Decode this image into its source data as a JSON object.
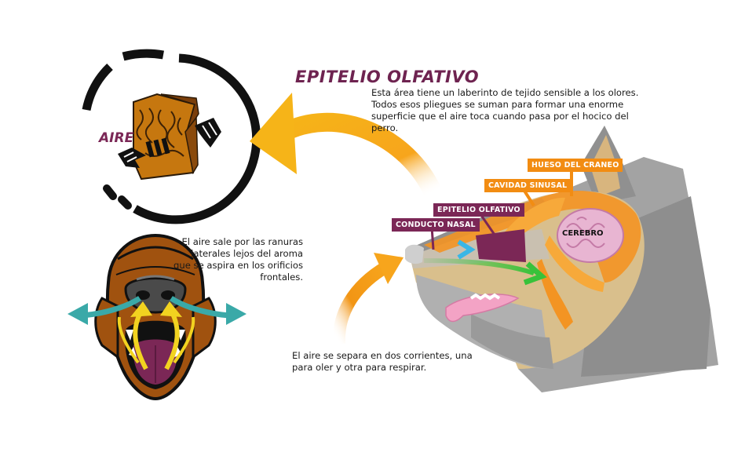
{
  "title": "EPITELIO OLFATIVO",
  "epitelio_description": "Esta área tiene un laberinto de tejido sensible a los olores. Todos esos pliegues se suman para formar una enorme superficie que el aire toca cuando pasa por el hocico del perro.",
  "exhale_description": "El aire sale por las ranuras laterales lejos del aroma que se aspira en los orificios frontales.",
  "split_description": "El aire se separa en dos corrientes, una para oler y otra para respirar.",
  "inset_label": "AIRE",
  "labels": {
    "hueso_del_craneo": "HUESO DEL CRANEO",
    "cavidad_sinusal": "CAVIDAD SINUSAL",
    "epitelio_olfativo": "EPITELIO OLFATIVO",
    "conducto_nasal": "CONDUCTO NASAL",
    "cerebro": "CEREBRO"
  },
  "colors": {
    "title": "#6e2350",
    "tag_purple": "#7b2756",
    "tag_orange": "#f28c12",
    "arrow_orange": "#f7a51c",
    "arrow_teal": "#3aa9a8",
    "arrow_yellow": "#f2d320",
    "arrow_green": "#38c23a",
    "arrow_blue": "#39b6e6"
  }
}
